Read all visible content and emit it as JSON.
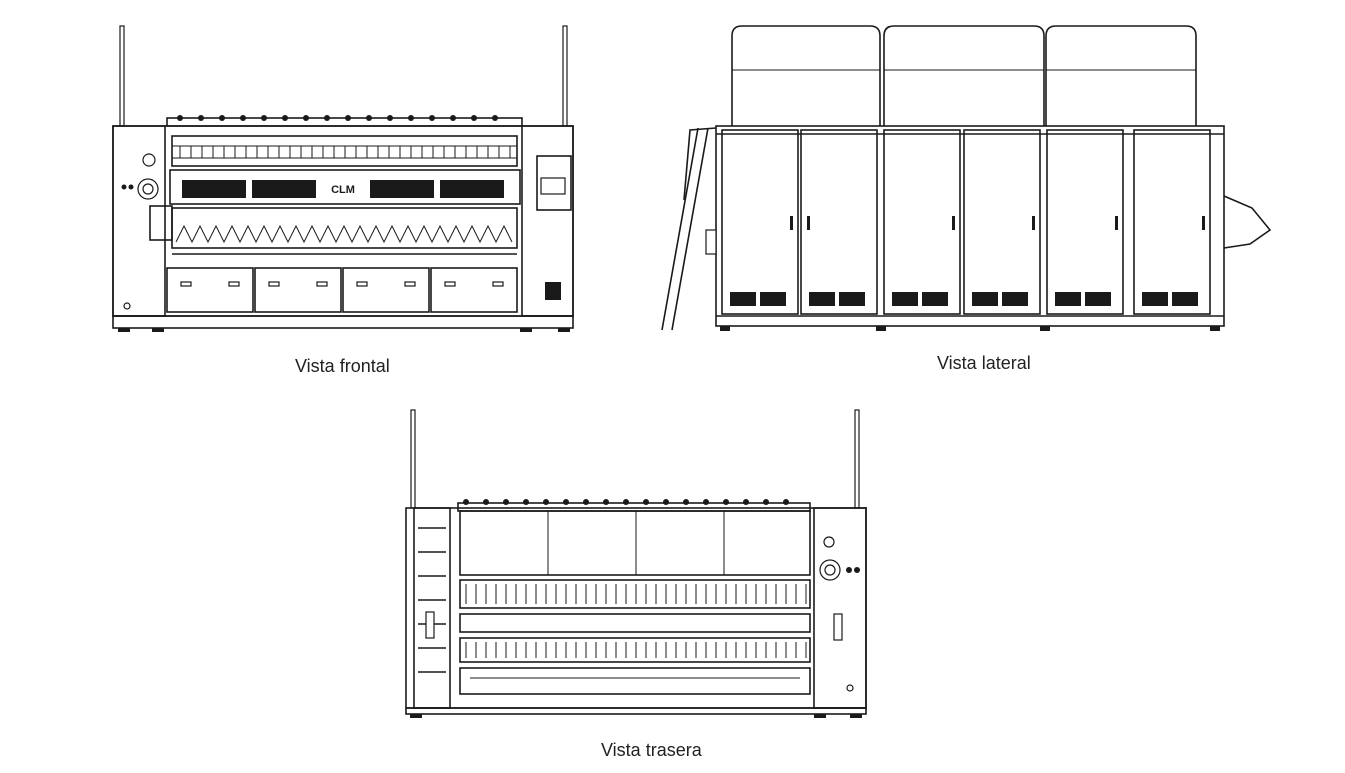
{
  "views": {
    "front": {
      "caption": "Vista frontal",
      "logo": "CLM"
    },
    "side": {
      "caption": "Vista lateral"
    },
    "rear": {
      "caption": "Vista trasera"
    }
  }
}
